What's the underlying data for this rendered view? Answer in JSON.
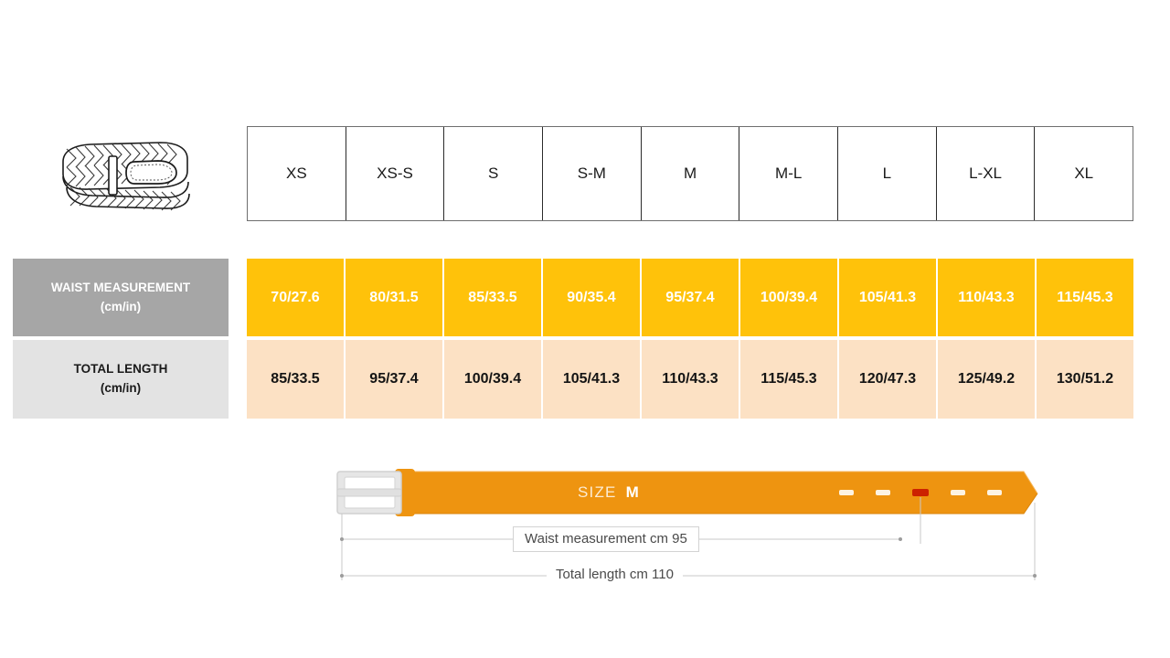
{
  "product": {
    "icon": "braided-belt-icon",
    "alt": "braided belt"
  },
  "table": {
    "size_headers": [
      "XS",
      "XS-S",
      "S",
      "S-M",
      "M",
      "M-L",
      "L",
      "L-XL",
      "XL"
    ],
    "rows": [
      {
        "label_line1": "WAIST MEASUREMENT",
        "label_line2": "(cm/in)",
        "values": [
          "70/27.6",
          "80/31.5",
          "85/33.5",
          "90/35.4",
          "95/37.4",
          "100/39.4",
          "105/41.3",
          "110/43.3",
          "115/45.3"
        ]
      },
      {
        "label_line1": "TOTAL LENGTH",
        "label_line2": "(cm/in)",
        "values": [
          "85/33.5",
          "95/37.4",
          "100/39.4",
          "105/41.3",
          "110/43.3",
          "115/45.3",
          "120/47.3",
          "125/49.2",
          "130/51.2"
        ]
      }
    ]
  },
  "diagram": {
    "size_prefix": "SIZE",
    "size_value": "M",
    "waist_dimension": "Waist measurement cm 95",
    "total_dimension": "Total length cm 110",
    "holes_total": 5,
    "highlighted_hole_index": 3
  },
  "colors": {
    "belt_orange": "#ee9410",
    "waist_row": "#ffc20a",
    "length_row": "#fce1c4",
    "waist_label_bg": "#a6a6a6",
    "length_label_bg": "#e3e3e3",
    "buckle": "#e2e2e2",
    "highlight_hole": "#cc2200",
    "dimension_line": "#c9c9c9"
  }
}
